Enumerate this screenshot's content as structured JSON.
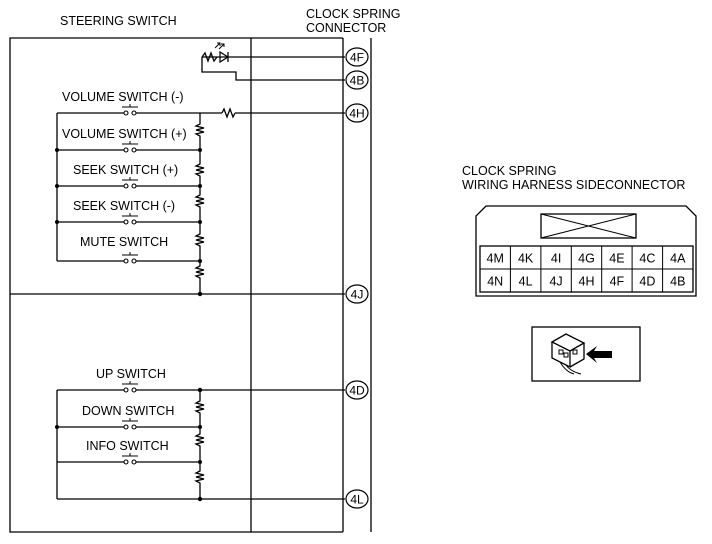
{
  "steering": {
    "title": "STEERING SWITCH",
    "switches": {
      "volume_minus": "VOLUME SWITCH (-)",
      "volume_plus": "VOLUME SWITCH (+)",
      "seek_plus": "SEEK SWITCH (+)",
      "seek_minus": "SEEK SWITCH (-)",
      "mute": "MUTE SWITCH",
      "up": "UP SWITCH",
      "down": "DOWN SWITCH",
      "info": "INFO SWITCH"
    }
  },
  "clock_spring_connector": {
    "title_line1": "CLOCK SPRING",
    "title_line2": "CONNECTOR",
    "pins": [
      "4F",
      "4B",
      "4H",
      "4J",
      "4D",
      "4L"
    ]
  },
  "side_connector": {
    "title_line1": "CLOCK SPRING",
    "title_line2": "WIRING HARNESS SIDECONNECTOR",
    "row1": [
      "4M",
      "4K",
      "4I",
      "4G",
      "4E",
      "4C",
      "4A"
    ],
    "row2": [
      "4N",
      "4L",
      "4J",
      "4H",
      "4F",
      "4D",
      "4B"
    ]
  },
  "icons": {
    "led": "led-icon",
    "resistor": "resistor-icon",
    "switch": "push-switch-icon",
    "probe": "connector-probe-icon"
  }
}
